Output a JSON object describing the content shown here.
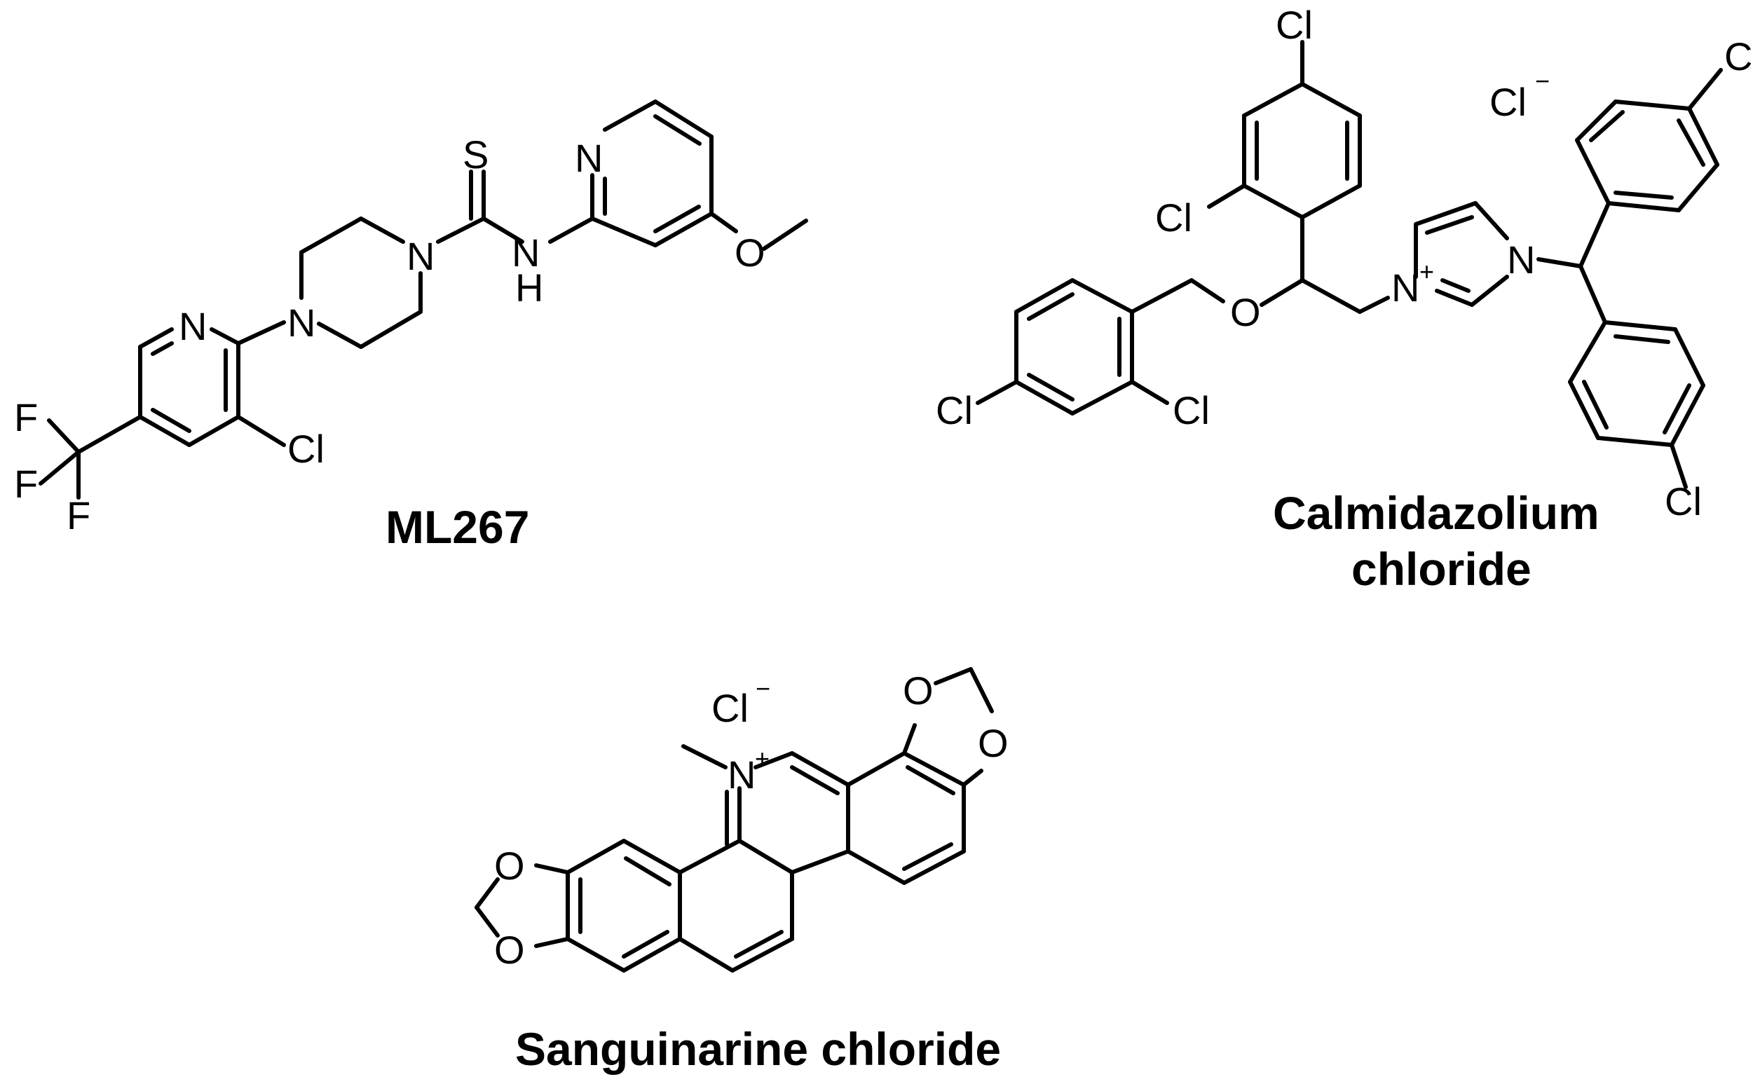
{
  "compounds": [
    {
      "id": "ml267",
      "name_lines": [
        "ML267"
      ],
      "atom_labels": [
        "F",
        "F",
        "F",
        "N",
        "Cl",
        "N",
        "N",
        "S",
        "N",
        "H",
        "N",
        "O"
      ]
    },
    {
      "id": "calmidazolium",
      "name_lines": [
        "Calmidazolium",
        "chloride"
      ],
      "atom_labels": [
        "Cl",
        "Cl",
        "Cl",
        "Cl",
        "O",
        "N",
        "+",
        "N",
        "Cl",
        "Cl",
        "Cl",
        "−"
      ]
    },
    {
      "id": "sanguinarine",
      "name_lines": [
        "Sanguinarine chloride"
      ],
      "atom_labels": [
        "Cl",
        "−",
        "N",
        "+",
        "O",
        "O",
        "O",
        "O"
      ]
    }
  ],
  "colors": {
    "ink": "#000000",
    "background": "#ffffff"
  }
}
